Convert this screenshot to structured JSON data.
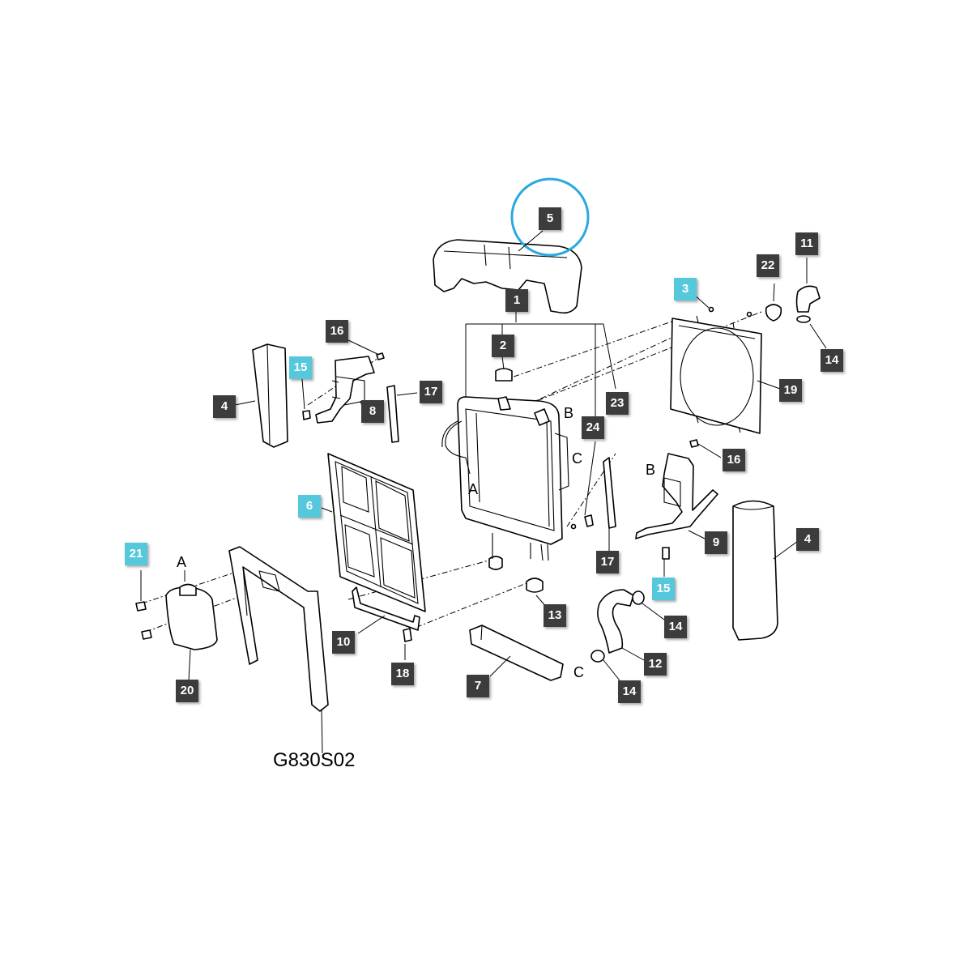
{
  "diagram": {
    "code": "G830S02",
    "callouts": {
      "c5": "5",
      "c1": "1",
      "c2": "2",
      "c3": "3",
      "c22": "22",
      "c11": "11",
      "c14a": "14",
      "c16a": "16",
      "c15a": "15",
      "c4a": "4",
      "c8": "8",
      "c17a": "17",
      "c23": "23",
      "c24": "24",
      "c19": "19",
      "c16b": "16",
      "c6": "6",
      "c9": "9",
      "c4b": "4",
      "c21": "21",
      "c17b": "17",
      "c15b": "15",
      "c14b": "14",
      "c13": "13",
      "c10": "10",
      "c12": "12",
      "c20": "20",
      "c18": "18",
      "c7": "7",
      "c14c": "14"
    },
    "letters": {
      "b1": "B",
      "c1": "C",
      "a1": "A",
      "b2": "B",
      "a2": "A",
      "c2": "C"
    },
    "colors": {
      "highlight": "#56c8dc",
      "callout": "#3c3c3c",
      "ring": "#2aa8e0"
    }
  }
}
